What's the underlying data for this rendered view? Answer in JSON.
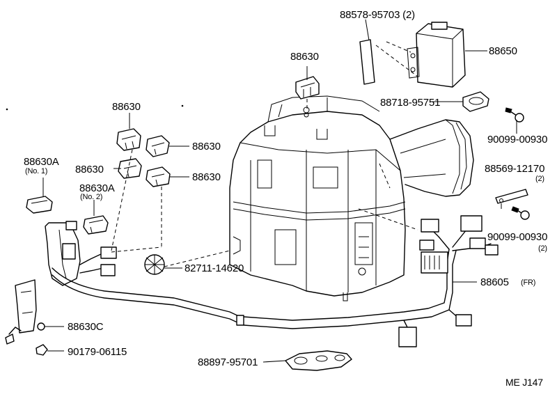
{
  "labels": {
    "p_88578": "88578-95703 (2)",
    "p_88650": "88650",
    "p_88630_top": "88630",
    "p_88718": "88718-95751",
    "p_90099_a": "90099-00930",
    "p_88630_left": "88630",
    "p_88630_r1": "88630",
    "p_88630A_no1": "88630A",
    "p_no1": "(No. 1)",
    "p_88630_l2": "88630",
    "p_88630_r2": "88630",
    "p_88569": "88569-12170",
    "p_88569_qty": "(2)",
    "p_88630A_no2": "88630A",
    "p_no2": "(No. 2)",
    "p_90099_b": "90099-00930",
    "p_90099_b_qty": "(2)",
    "p_82711": "82711-14620",
    "p_88605": "88605",
    "p_88605_fr": "(FR)",
    "p_88630C": "88630C",
    "p_90179": "90179-06115",
    "p_88897": "88897-95701",
    "corner": "ME  J147"
  }
}
